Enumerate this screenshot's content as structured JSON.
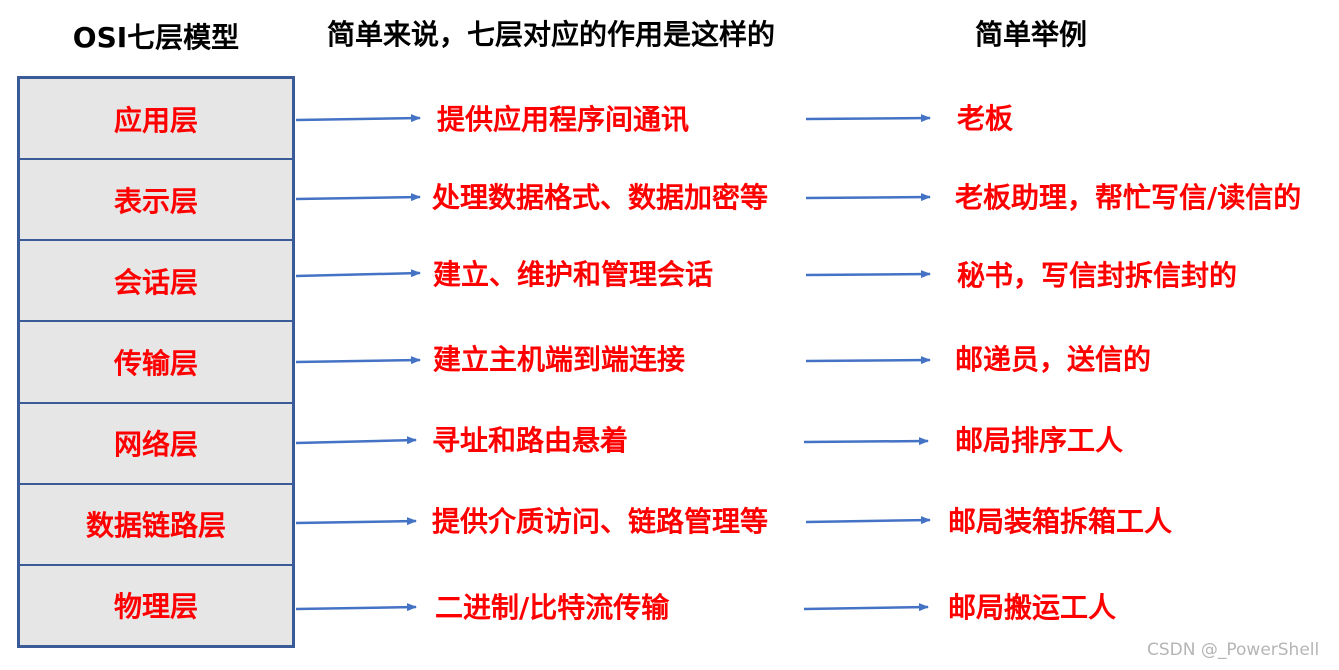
{
  "headers": {
    "layers": "OSI七层模型",
    "functions": "简单来说，七层对应的作用是这样的",
    "examples": "简单举例"
  },
  "layers": [
    {
      "name": "应用层",
      "function": "提供应用程序间通讯",
      "example": "老板"
    },
    {
      "name": "表示层",
      "function": "处理数据格式、数据加密等",
      "example": "老板助理，帮忙写信/读信的"
    },
    {
      "name": "会话层",
      "function": "建立、维护和管理会话",
      "example": "秘书，写信封拆信封的"
    },
    {
      "name": "传输层",
      "function": "建立主机端到端连接",
      "example": "邮递员，送信的"
    },
    {
      "name": "网络层",
      "function": "寻址和路由悬着",
      "example": "邮局排序工人"
    },
    {
      "name": "数据链路层",
      "function": "提供介质访问、链路管理等",
      "example": "邮局装箱拆箱工人"
    },
    {
      "name": "物理层",
      "function": "二进制/比特流传输",
      "example": "邮局搬运工人"
    }
  ],
  "watermark": "CSDN @_PowerShell",
  "colors": {
    "label_text": "#ff0000",
    "arrow": "#4472c4",
    "box_border": "#3b5b98",
    "box_fill": "#e7e6e6",
    "header_text": "#000000"
  }
}
